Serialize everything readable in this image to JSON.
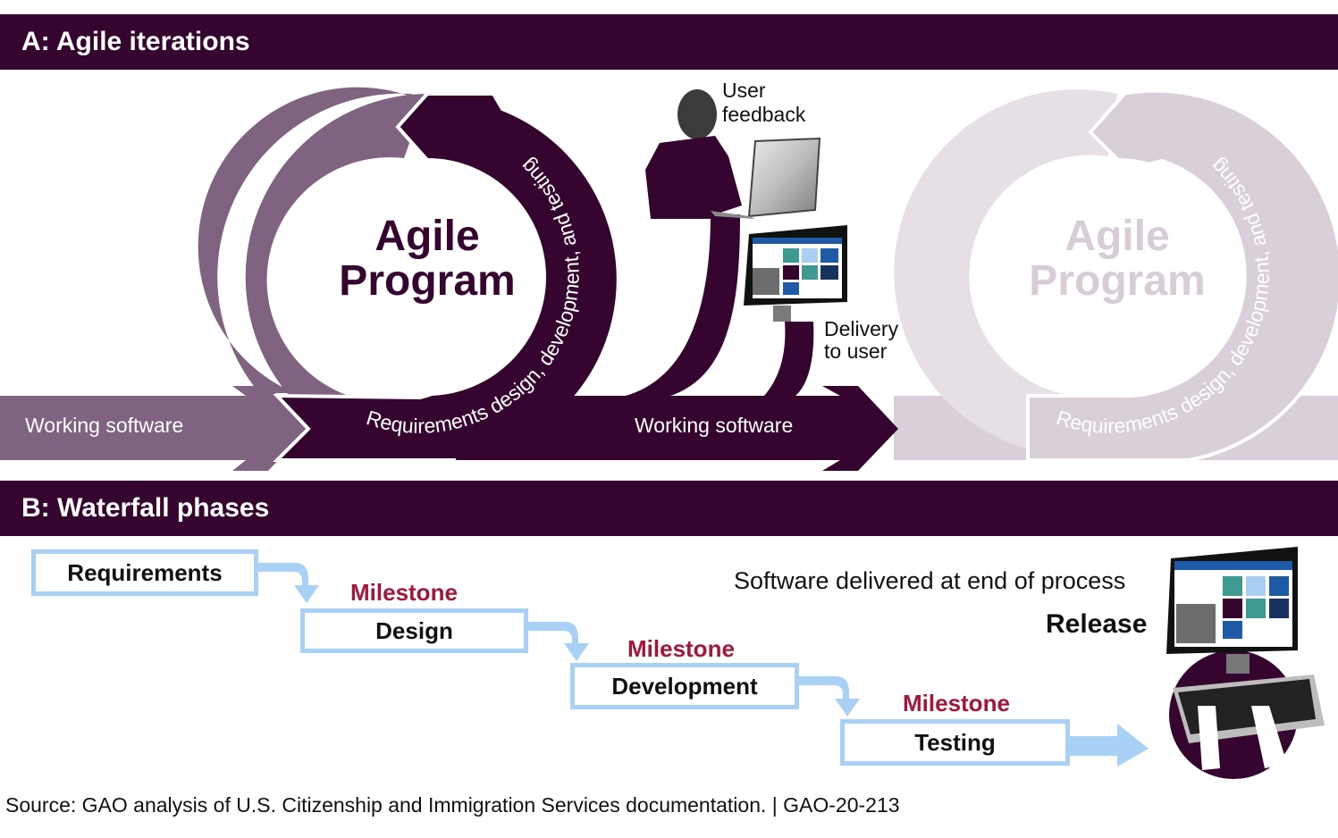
{
  "sectionA": {
    "title": "A: Agile iterations",
    "cycle_active": {
      "center_label_line1": "Agile",
      "center_label_line2": "Program",
      "arc_text": "Requirements design, development, and testing"
    },
    "cycle_next": {
      "center_label_line1": "Agile",
      "center_label_line2": "Program",
      "arc_text": "Requirements design, development, and testing"
    },
    "input_arrow_label": "Working software",
    "output_arrow_label": "Working software",
    "user_feedback_label_line1": "User",
    "user_feedback_label_line2": "feedback",
    "delivery_label_line1": "Delivery",
    "delivery_label_line2": "to user"
  },
  "sectionB": {
    "title": "B: Waterfall phases",
    "phases": [
      {
        "label": "Requirements"
      },
      {
        "label": "Design"
      },
      {
        "label": "Development"
      },
      {
        "label": "Testing"
      }
    ],
    "milestone_label": "Milestone",
    "delivered_note": "Software delivered at end of process",
    "release_label": "Release"
  },
  "colors": {
    "dark_purple": "#36052f",
    "mid_purple": "#7f6381",
    "light_lilac": "#d8cfd8",
    "light_blue": "#a9d0f5",
    "milestone_red": "#a3173a"
  },
  "footer": {
    "source": "Source: GAO analysis of U.S. Citizenship and Immigration Services documentation.  |  GAO-20-213"
  }
}
